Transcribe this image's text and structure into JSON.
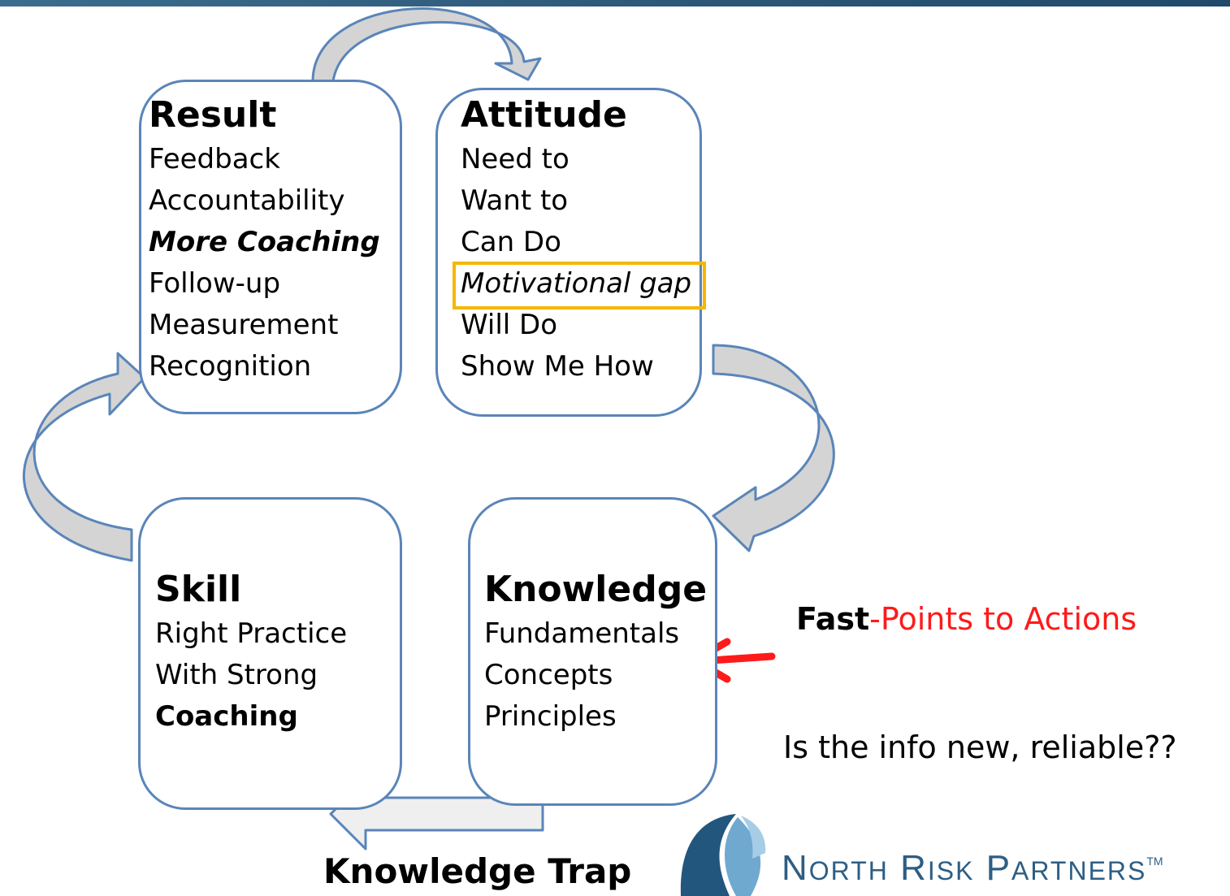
{
  "result": {
    "heading": "Result",
    "items": [
      "Feedback",
      "Accountability",
      "More Coaching",
      "Follow-up",
      "Measurement",
      "Recognition"
    ]
  },
  "attitude": {
    "heading": "Attitude",
    "items": [
      "Need to",
      "Want to",
      "Can Do",
      "Motivational gap",
      "Will Do",
      "Show Me How"
    ]
  },
  "skill": {
    "heading": "Skill",
    "items": [
      "Right Practice",
      "With Strong",
      "Coaching"
    ]
  },
  "knowledge": {
    "heading": "Knowledge",
    "items": [
      "Fundamentals",
      "Concepts",
      "Principles"
    ]
  },
  "annotation": {
    "fast_bold": "Fast",
    "fast_rest": "-Points to Actions",
    "question": "Is the info new, reliable??",
    "trap": "Knowledge  Trap"
  },
  "logo": {
    "n": "N",
    "orth": "ORTH",
    "r": "R",
    "isk": "ISK",
    "p": "P",
    "artners": "ARTNERS",
    "tm": "TM"
  },
  "colors": {
    "box_border": "#5a85b9",
    "arrow_fill": "#d4d4d4",
    "highlight": "#f5b700",
    "red": "#ff1a1a",
    "logo_blue": "#2d5e84"
  }
}
